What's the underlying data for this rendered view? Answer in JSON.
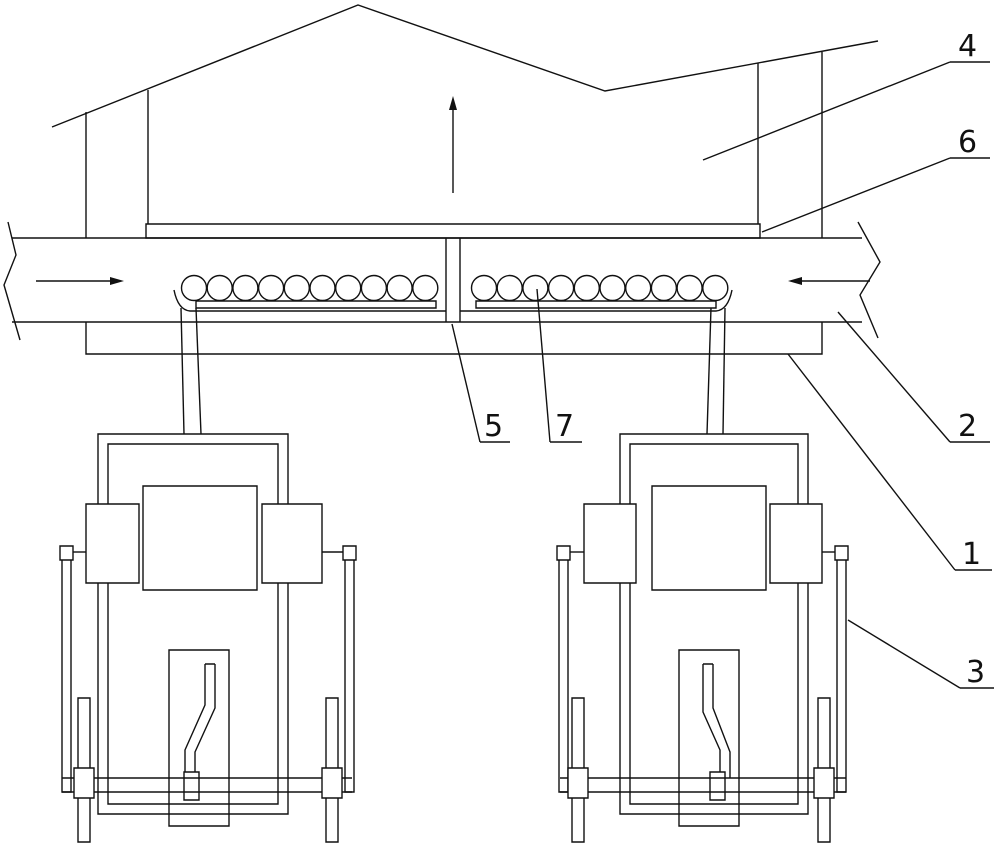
{
  "callouts": [
    {
      "id": "1",
      "label": "1"
    },
    {
      "id": "2",
      "label": "2"
    },
    {
      "id": "3",
      "label": "3"
    },
    {
      "id": "4",
      "label": "4"
    },
    {
      "id": "5",
      "label": "5"
    },
    {
      "id": "6",
      "label": "6"
    },
    {
      "id": "7",
      "label": "7"
    }
  ],
  "style": {
    "line_color": "#111111",
    "background": "#ffffff"
  }
}
